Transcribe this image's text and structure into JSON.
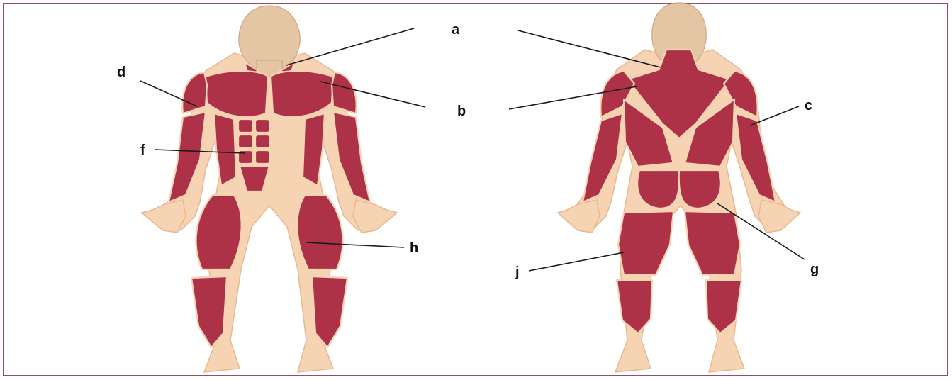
{
  "labels": {
    "a": "a",
    "b": "b",
    "c": "c",
    "d": "d",
    "f": "f",
    "g": "g",
    "h": "h",
    "j": "j"
  },
  "colors": {
    "muscle": "#ad3247",
    "skin": "#f6d3b2",
    "border": "#9b4a6a",
    "leader": "#1a1a1a"
  }
}
